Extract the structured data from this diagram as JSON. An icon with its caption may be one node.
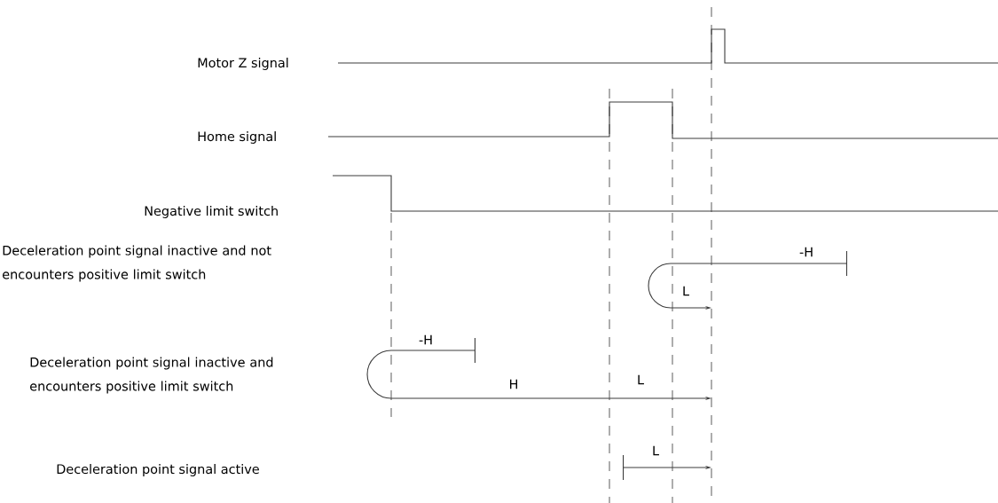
{
  "diagram": {
    "labels": [
      "Motor Z signal",
      "Home signal",
      "Negative limit switch",
      "Deceleration point signal inactive and not encounters positive limit switch",
      "-H",
      "L",
      "Deceleration point signal inactive and encounters positive limit switch",
      "-H",
      "H",
      "L",
      "Deceleration point signal active",
      "L"
    ]
  }
}
